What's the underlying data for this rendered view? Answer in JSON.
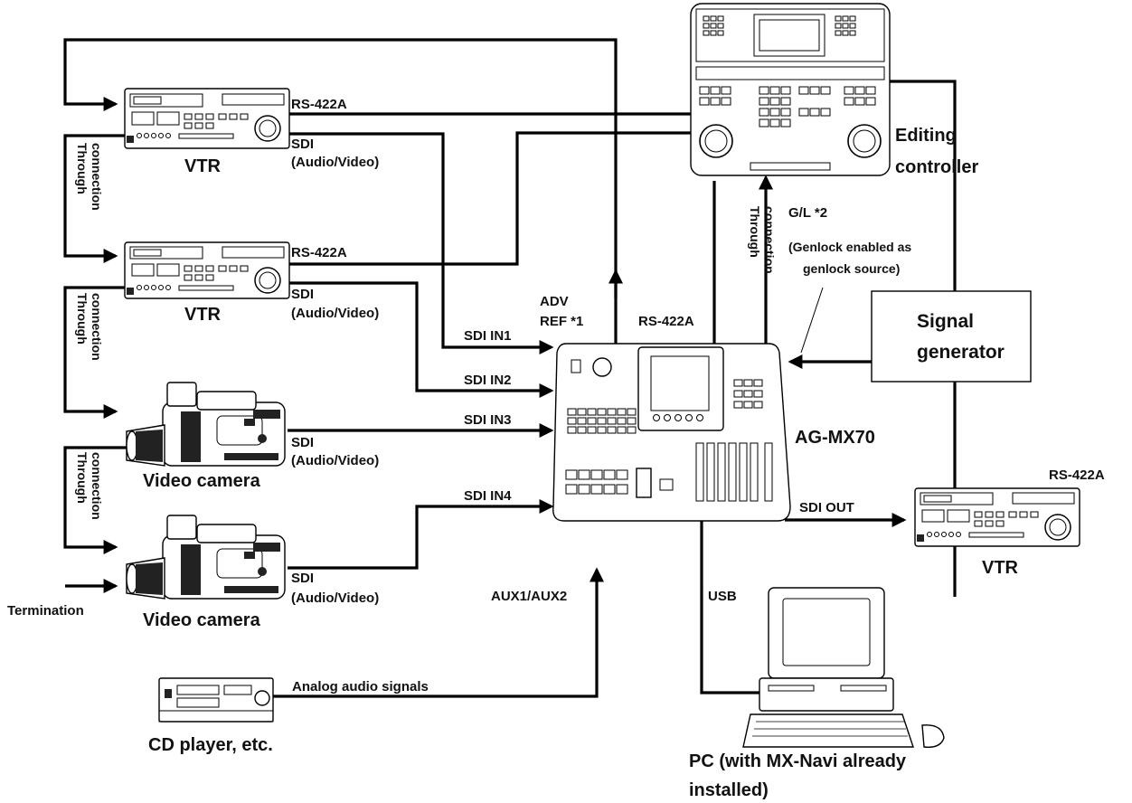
{
  "labels": {
    "rs422a_top": "RS-422A",
    "sdi_top": "SDI",
    "av_top": "(Audio/Video)",
    "vtr_top": "VTR",
    "rs422a_mid": "RS-422A",
    "sdi_mid": "SDI",
    "av_mid": "(Audio/Video)",
    "vtr_mid": "VTR",
    "through_1a": "Through",
    "through_1b": "connection",
    "through_2a": "Through",
    "through_2b": "connection",
    "through_3a": "Through",
    "through_3b": "connection",
    "through_ctrl_a": "Through",
    "through_ctrl_b": "connection",
    "adv": "ADV",
    "ref": "REF *1",
    "rs422a_center": "RS-422A",
    "gl": "G/L *2",
    "genlock_a": "(Genlock enabled as",
    "genlock_b": "genlock source)",
    "editing_a": "Editing",
    "editing_b": "controller",
    "signal_a": "Signal",
    "signal_b": "generator",
    "sdi_in1": "SDI IN1",
    "sdi_in2": "SDI IN2",
    "sdi_in3": "SDI IN3",
    "sdi_in4": "SDI IN4",
    "sdi_cam1": "SDI",
    "av_cam1": "(Audio/Video)",
    "video_camera_1": "Video camera",
    "sdi_cam2": "SDI",
    "av_cam2": "(Audio/Video)",
    "video_camera_2": "Video camera",
    "termination": "Termination",
    "ag_mx70": "AG-MX70",
    "rs422a_right": "RS-422A",
    "sdi_out": "SDI OUT",
    "vtr_right": "VTR",
    "usb": "USB",
    "aux": "AUX1/AUX2",
    "analog_audio": "Analog audio signals",
    "cd_player": "CD player, etc.",
    "pc_a": "PC (with MX-Navi already",
    "pc_b": "installed)"
  }
}
